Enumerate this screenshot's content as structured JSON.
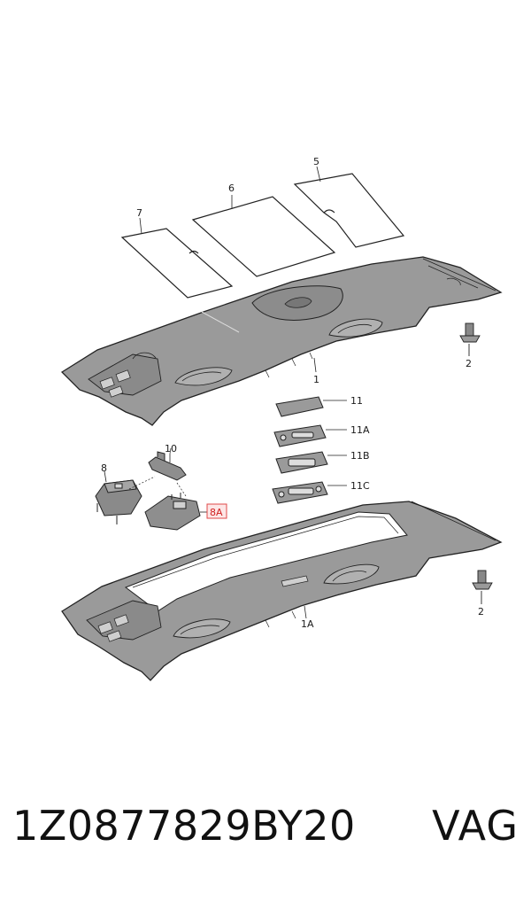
{
  "callouts": {
    "c1": "1",
    "c1a": "1A",
    "c2a": "2",
    "c2b": "2",
    "c5": "5",
    "c6": "6",
    "c7": "7",
    "c8": "8",
    "c8a": "8A",
    "c10": "10",
    "c11": "11",
    "c11a": "11A",
    "c11b": "11B",
    "c11c": "11C"
  },
  "footer": {
    "part_number": "1Z0877829BY20",
    "brand": "VAG"
  },
  "colors": {
    "line": "#222222",
    "panel_fill": "#9a9a9a",
    "panel_dark": "#7e7e7e",
    "highlight": "#e04848"
  }
}
